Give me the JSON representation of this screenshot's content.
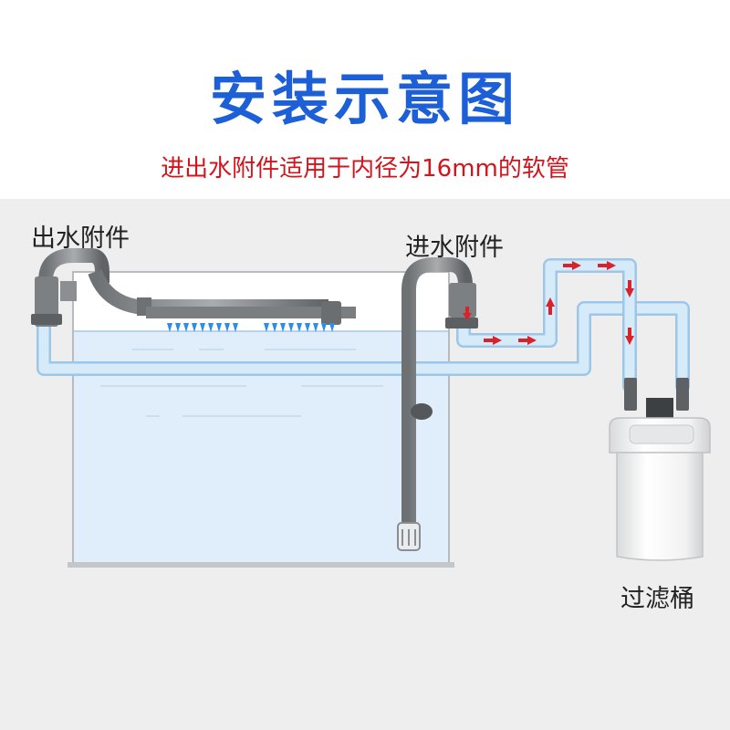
{
  "header": {
    "title": "安装示意图",
    "subtitle": "进出水附件适用于内径为16mm的软管"
  },
  "labels": {
    "outlet": "出水附件",
    "inlet": "进水附件",
    "canister": "过滤桶"
  },
  "colors": {
    "title": "#1c5fd6",
    "subtitle": "#d4141c",
    "hose": "#cfe7f8",
    "water": "#dfeefa",
    "flow_arrow": "#d8232a",
    "spray": "#2e8ee6"
  },
  "icons": [
    "outlet-fitting-icon",
    "inlet-fitting-icon",
    "spray-bar-icon",
    "canister-filter-icon",
    "flow-arrow-icon",
    "strainer-icon"
  ]
}
